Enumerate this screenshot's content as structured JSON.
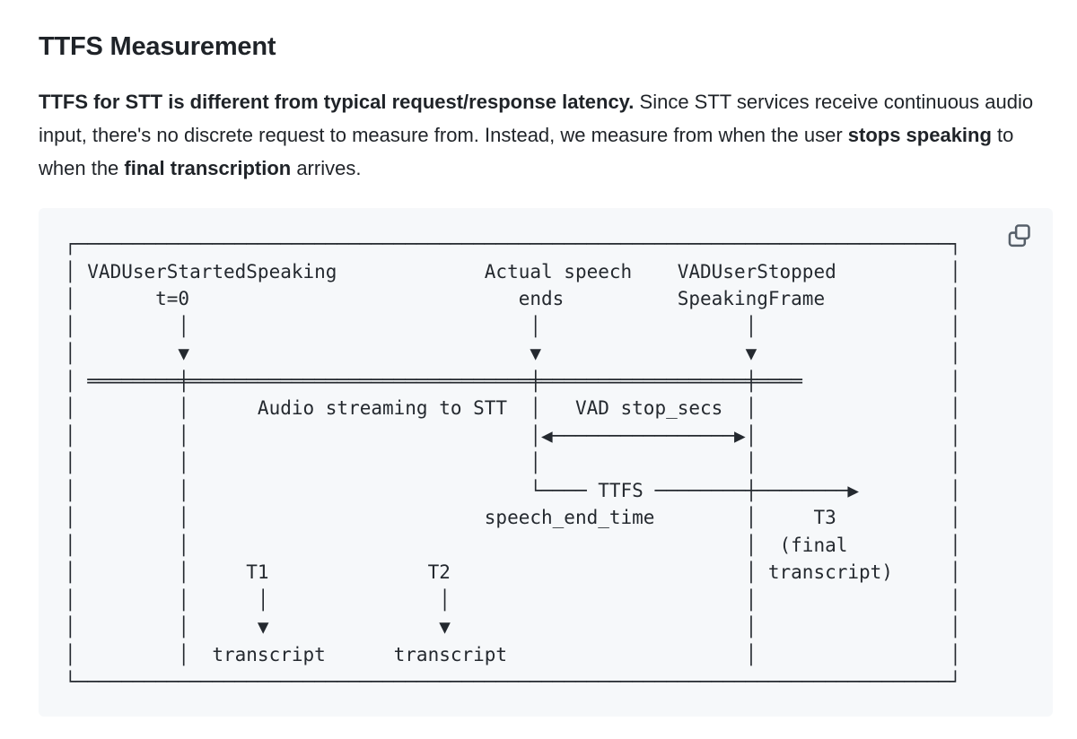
{
  "header": {
    "title": "TTFS Measurement"
  },
  "paragraph": {
    "s1": "TTFS for STT is different from typical request/response latency.",
    "s2": " Since STT services receive continuous audio input, there's no discrete request to measure from. Instead, we measure from when the user ",
    "s3": "stops speaking",
    "s4": " to when the ",
    "s5": "final transcription",
    "s6": " arrives."
  },
  "code_block": {
    "icon": "copy-icon",
    "diagram_labels": [
      "VADUserStartedSpeaking",
      "t=0",
      "Actual speech ends",
      "VADUserStopped SpeakingFrame",
      "Audio streaming to STT",
      "VAD stop_secs",
      "TTFS",
      "speech_end_time",
      "T1",
      "T2",
      "T3 (final transcript)",
      "transcript"
    ],
    "diagram_lines": [
      "┌─────────────────────────────────────────────────────────────────────────────┐",
      "│ VADUserStartedSpeaking             Actual speech    VADUserStopped          │",
      "│       t=0                             ends          SpeakingFrame           │",
      "│         │                              │                  │                 │",
      "│         ▼                              ▼                  ▼                 │",
      "│ ════════╪══════════════════════════════╪══════════════════╪════             │",
      "│         │      Audio streaming to STT  │   VAD stop_secs  │                 │",
      "│         │                              │◀────────────────▶│                 │",
      "│         │                              │                  │                 │",
      "│         │                              └──── TTFS ────────┼────────▶        │",
      "│         │                          speech_end_time        │     T3          │",
      "│         │                                                 │  (final         │",
      "│         │     T1              T2                          │ transcript)     │",
      "│         │      │               │                          │                 │",
      "│         │      ▼               ▼                          │                 │",
      "│         │  transcript      transcript                     │                 │",
      "└─────────────────────────────────────────────────────────────────────────────┘"
    ]
  },
  "colors": {
    "page_bg": "#ffffff",
    "code_bg": "#f6f8fa",
    "text": "#1f2328",
    "code_text": "#24292f",
    "icon": "#57606a"
  }
}
